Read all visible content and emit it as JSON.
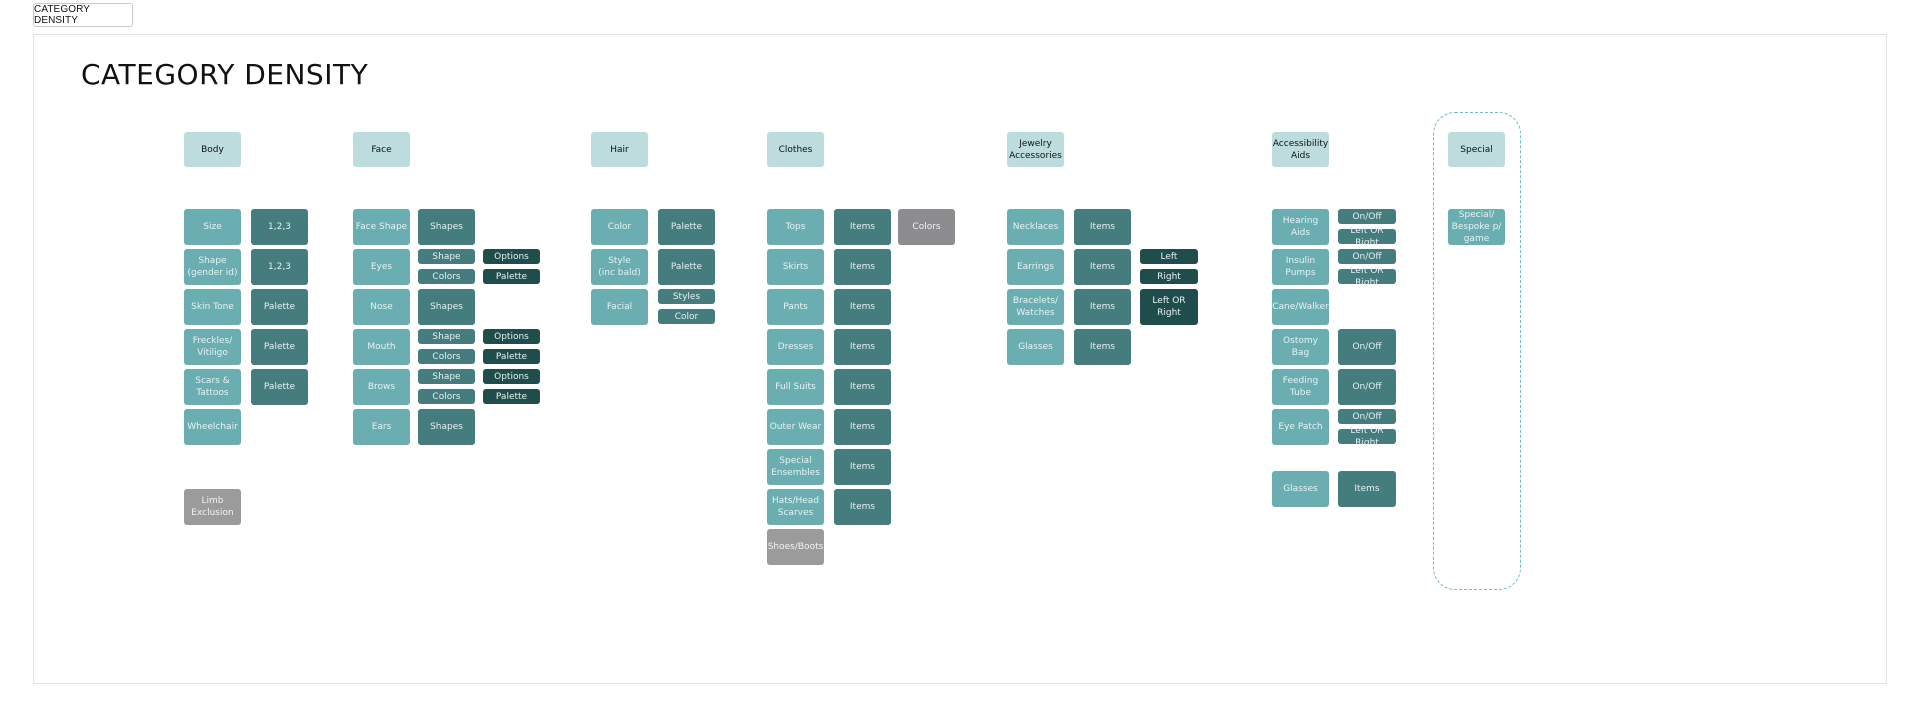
{
  "tab": {
    "label": "CATEGORY DENSITY"
  },
  "title": "CATEGORY DENSITY",
  "columns": {
    "body": {
      "header": "Body",
      "items": [
        {
          "label": "Size",
          "option": "1,2,3"
        },
        {
          "label": "Shape\n(gender id)",
          "option": "1,2,3"
        },
        {
          "label": "Skin Tone",
          "option": "Palette"
        },
        {
          "label": "Freckles/\nVitiligo",
          "option": "Palette"
        },
        {
          "label": "Scars &\nTattoos",
          "option": "Palette"
        },
        {
          "label": "Wheelchair"
        }
      ],
      "excluded": "Limb\nExclusion"
    },
    "face": {
      "header": "Face",
      "items": [
        {
          "label": "Face Shape",
          "option": "Shapes"
        },
        {
          "label": "Eyes",
          "sub": [
            {
              "label": "Shape",
              "detail": "Options"
            },
            {
              "label": "Colors",
              "detail": "Palette"
            }
          ]
        },
        {
          "label": "Nose",
          "option": "Shapes"
        },
        {
          "label": "Mouth",
          "sub": [
            {
              "label": "Shape",
              "detail": "Options"
            },
            {
              "label": "Colors",
              "detail": "Palette"
            }
          ]
        },
        {
          "label": "Brows",
          "sub": [
            {
              "label": "Shape",
              "detail": "Options"
            },
            {
              "label": "Colors",
              "detail": "Palette"
            }
          ]
        },
        {
          "label": "Ears",
          "option": "Shapes"
        }
      ]
    },
    "hair": {
      "header": "Hair",
      "items": [
        {
          "label": "Color",
          "option": "Palette"
        },
        {
          "label": "Style\n(inc bald)",
          "option": "Palette"
        },
        {
          "label": "Facial",
          "sub": [
            {
              "label": "Styles"
            },
            {
              "label": "Color"
            }
          ]
        }
      ]
    },
    "clothes": {
      "header": "Clothes",
      "items": [
        {
          "label": "Tops",
          "option": "Items",
          "extra": "Colors"
        },
        {
          "label": "Skirts",
          "option": "Items"
        },
        {
          "label": "Pants",
          "option": "Items"
        },
        {
          "label": "Dresses",
          "option": "Items"
        },
        {
          "label": "Full Suits",
          "option": "Items"
        },
        {
          "label": "Outer Wear",
          "option": "Items"
        },
        {
          "label": "Special\nEnsembles",
          "option": "Items"
        },
        {
          "label": "Hats/Head\nScarves",
          "option": "Items"
        }
      ],
      "excluded": "Shoes/Boots"
    },
    "jewelry": {
      "header": "Jewelry\nAccessories",
      "items": [
        {
          "label": "Necklaces",
          "option": "Items"
        },
        {
          "label": "Earrings",
          "option": "Items",
          "detail": [
            "Left",
            "Right"
          ]
        },
        {
          "label": "Bracelets/\nWatches",
          "option": "Items",
          "detail_single": "Left OR\nRight"
        },
        {
          "label": "Glasses",
          "option": "Items"
        }
      ]
    },
    "accessibility": {
      "header": "Accessibility\nAids",
      "items": [
        {
          "label": "Hearing Aids",
          "sub": [
            {
              "label": "On/Off"
            },
            {
              "label": "Left OR Right"
            }
          ]
        },
        {
          "label": "Insulin\nPumps",
          "sub": [
            {
              "label": "On/Off"
            },
            {
              "label": "Left OR Right"
            }
          ]
        },
        {
          "label": "Cane/Walker"
        },
        {
          "label": "Ostomy Bag",
          "option": "On/Off"
        },
        {
          "label": "Feeding Tube",
          "option": "On/Off"
        },
        {
          "label": "Eye Patch",
          "sub": [
            {
              "label": "On/Off"
            },
            {
              "label": "Left OR Right"
            }
          ]
        },
        {
          "label": "Glasses",
          "option": "Items"
        }
      ]
    },
    "special": {
      "header": "Special",
      "items": [
        {
          "label": "Special/\nBespoke p/\ngame"
        }
      ]
    }
  },
  "colors": {
    "header": "#bddcdd",
    "category": "#6aaeb1",
    "option": "#457c7e",
    "detail": "#1f4d4c",
    "excluded": "#9b9b9b"
  }
}
